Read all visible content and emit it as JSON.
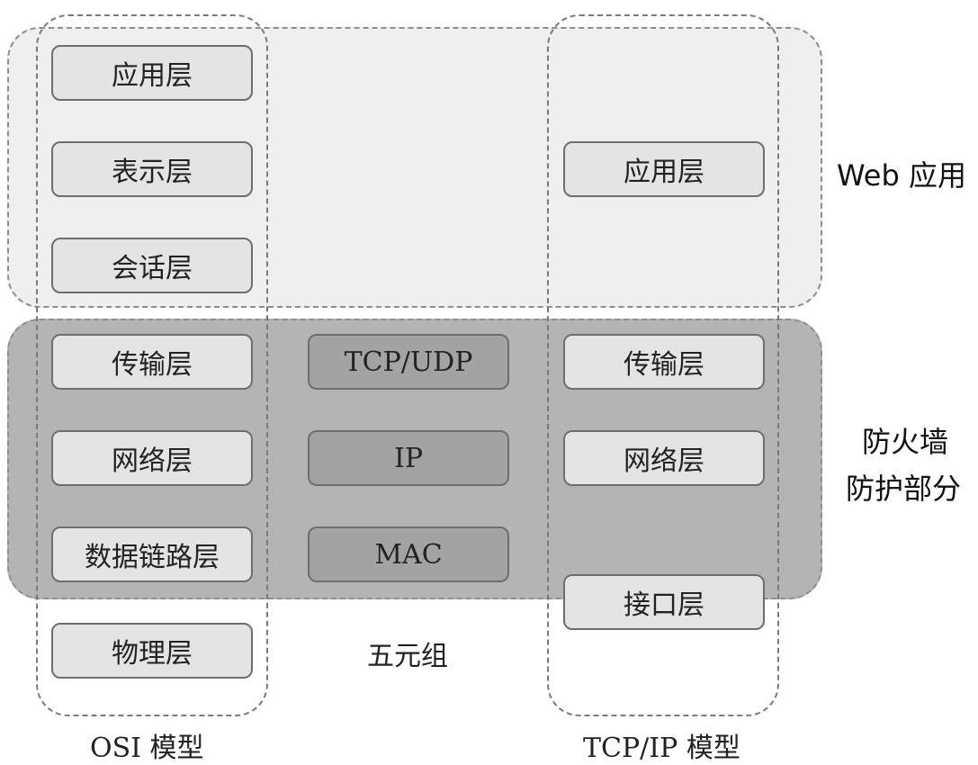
{
  "osi_model": {
    "caption": "OSI 模型",
    "layers": [
      "应用层",
      "表示层",
      "会话层",
      "传输层",
      "网络层",
      "数据链路层",
      "物理层"
    ]
  },
  "five_tuple": {
    "caption": "五元组",
    "items": [
      "TCP/UDP",
      "IP",
      "MAC"
    ]
  },
  "tcpip_model": {
    "caption": "TCP/IP 模型",
    "layers": [
      "应用层",
      "传输层",
      "网络层",
      "接口层"
    ]
  },
  "regions": {
    "web_label": "Web 应用",
    "firewall_label_line1": "防火墙",
    "firewall_label_line2": "防护部分"
  }
}
